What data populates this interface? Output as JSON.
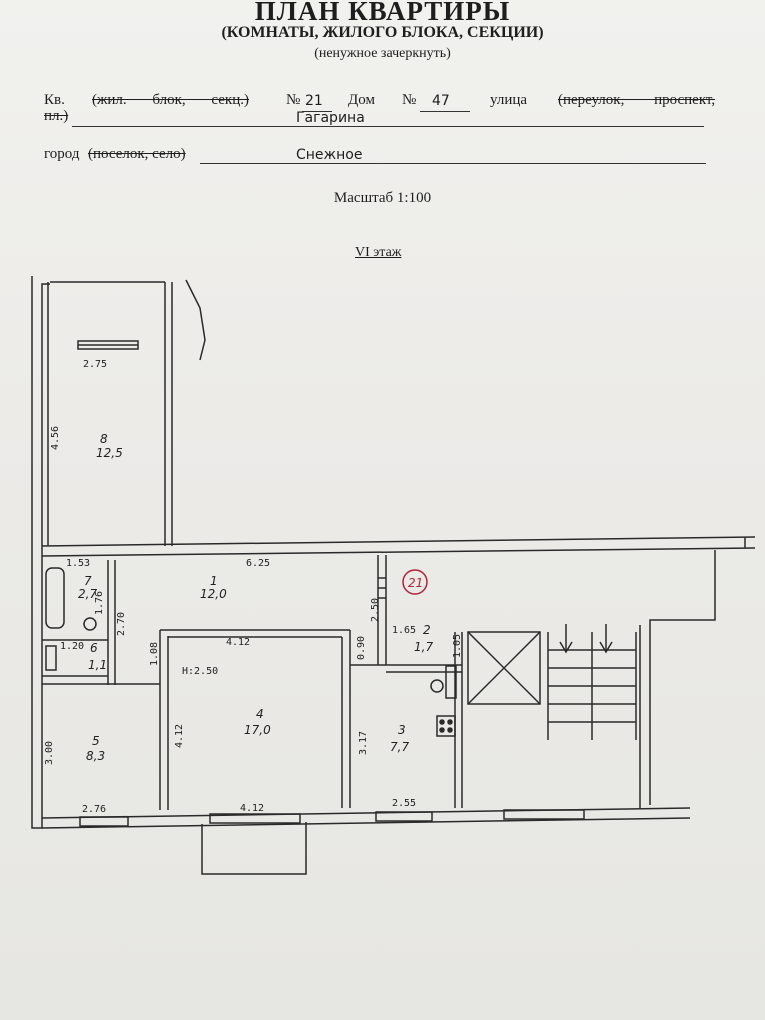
{
  "header": {
    "title": "ПЛАН КВАРТИРЫ",
    "subtitle": "(КОМНАТЫ, ЖИЛОГО БЛОКА, СЕКЦИИ)",
    "note": "(ненужное зачеркнуть)"
  },
  "address": {
    "kv_label": "Кв.",
    "kv_struck": "(жил. блок, секц.)",
    "no_label": "№",
    "apartment_number": "21",
    "house_label": "Дом",
    "house_no_label": "№",
    "house_number": "47",
    "street_label": "улица",
    "street_struck": "(переулок, проспект,",
    "street_struck2": "пл.)",
    "street_value": "Гагарина",
    "city_label": "город",
    "city_struck": "(поселок, село)",
    "city_value": "Снежное"
  },
  "scale": "Масштаб 1:100",
  "floor": "VI этаж",
  "plan": {
    "apartment_mark": "21",
    "ceiling": "H:2.50",
    "rooms": [
      {
        "id": "1",
        "area": "12,0"
      },
      {
        "id": "2",
        "area": "1,7"
      },
      {
        "id": "3",
        "area": "7,7"
      },
      {
        "id": "4",
        "area": "17,0"
      },
      {
        "id": "5",
        "area": "8,3"
      },
      {
        "id": "6",
        "area": "1,1"
      },
      {
        "id": "7",
        "area": "2,7"
      },
      {
        "id": "8",
        "area": "12,5"
      }
    ],
    "dims": {
      "d275": "2.75",
      "d456": "4.56",
      "d153": "1.53",
      "d625": "6.25",
      "d176": "1.76",
      "d270": "2.70",
      "d120": "1.20",
      "d108": "1.08",
      "d412a": "4.12",
      "d412b": "4.12",
      "d412c": "4.12",
      "d090": "0.90",
      "d250": "2.50",
      "d165": "1.65",
      "d105": "1.05",
      "d317": "3.17",
      "d300": "3.00",
      "d276": "2.76",
      "d255": "2.55"
    }
  }
}
